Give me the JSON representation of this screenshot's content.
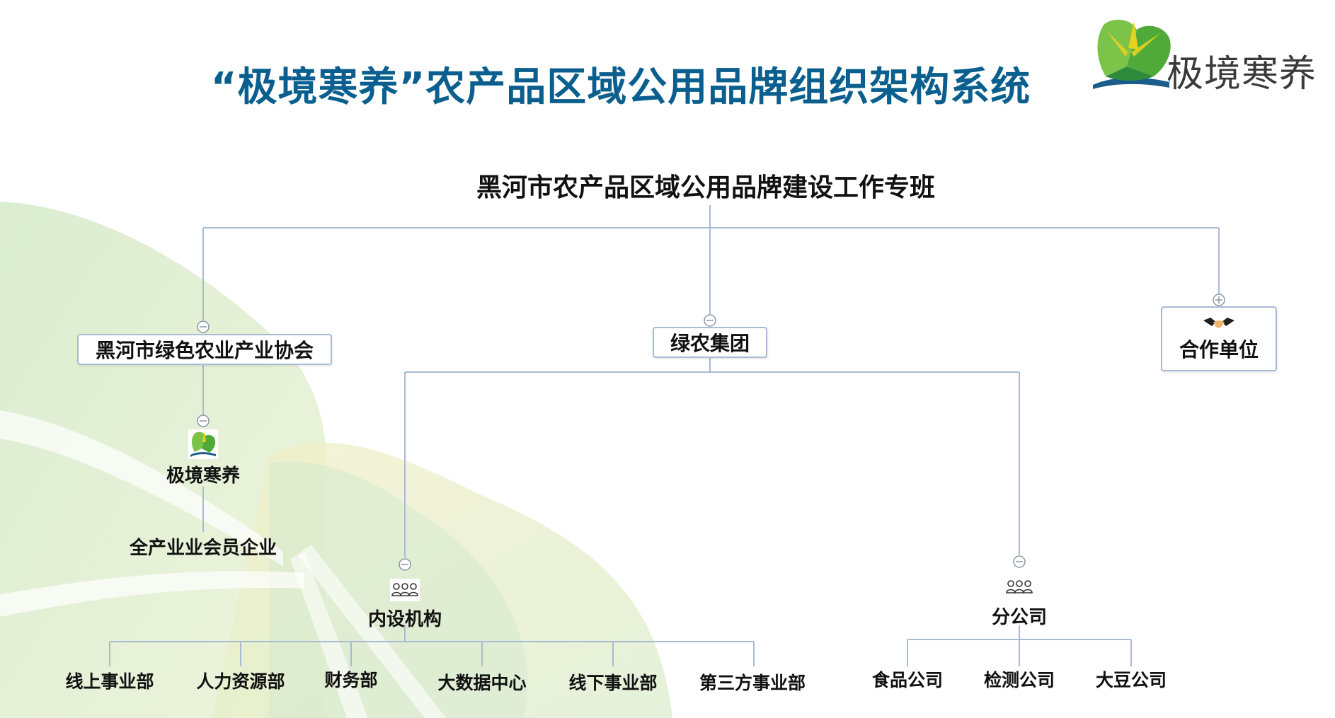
{
  "header": {
    "title": "“极境寒养”农产品区域公用品牌组织架构系统",
    "brand_name": "极境寒养"
  },
  "org": {
    "root": "黑河市农产品区域公用品牌建设工作专班",
    "association": {
      "label": "黑河市绿色农业产业协会",
      "brand": "极境寒养",
      "members": "全产业业会员企业"
    },
    "group": {
      "label": "绿农集团",
      "internal": {
        "label": "内设机构",
        "departments": [
          "线上事业部",
          "人力资源部",
          "财务部",
          "大数据中心",
          "线下事业部",
          "第三方事业部"
        ]
      },
      "branch": {
        "label": "分公司",
        "companies": [
          "食品公司",
          "检测公司",
          "大豆公司"
        ]
      }
    },
    "partner": "合作单位"
  },
  "colors": {
    "title": "#0a5f8e",
    "connector": "#a9bad3",
    "logo_green": "#6cc04a",
    "logo_yellow": "#e6d21f",
    "logo_blue": "#1a5c8a"
  }
}
